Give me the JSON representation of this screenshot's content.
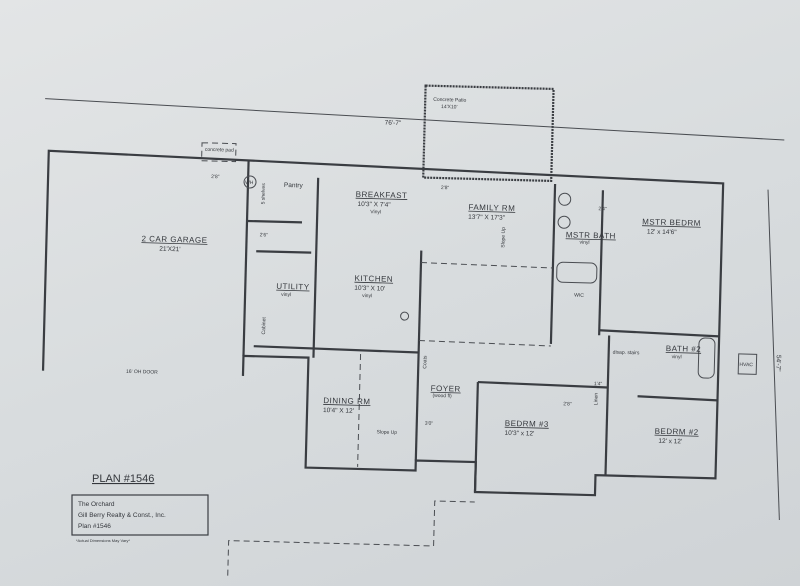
{
  "plan_title": "PLAN #1546",
  "title_block": {
    "line1": "The Orchard",
    "line2": "Gill Berry Realty & Const., Inc.",
    "line3": "Plan #1546",
    "note": "*Actual Dimensions May Vary*"
  },
  "overall_dims": {
    "width": "76'-7\"",
    "depth": "54'-7\""
  },
  "patio": {
    "name": "Concrete Patio",
    "size": "14'X10'"
  },
  "pad": "concrete pad",
  "rooms": {
    "garage": {
      "name": "2 CAR GARAGE",
      "size": "21'X21'",
      "door": "16' OH DOOR"
    },
    "pantry": {
      "name": "Pantry",
      "shelves": "5 shelves"
    },
    "utility": {
      "name": "UTILITY",
      "floor": "vinyl",
      "cabinet": "Cabinet"
    },
    "breakfast": {
      "name": "BREAKFAST",
      "size": "10'3\" X 7'4\"",
      "floor": "Vinyl"
    },
    "family": {
      "name": "FAMILY RM",
      "size": "13'7\" X 17'3\"",
      "slope": "Slope Up"
    },
    "kitchen": {
      "name": "KITCHEN",
      "size": "10'3\" X 10'",
      "floor": "vinyl"
    },
    "dining": {
      "name": "DINING RM",
      "size": "10'4\" X 12'",
      "slope": "Slope Up"
    },
    "foyer": {
      "name": "FOYER",
      "floor": "(wood fl)",
      "closet": "Coats"
    },
    "master_bed": {
      "name": "MSTR BEDRM",
      "size": "12' x 14'6\""
    },
    "master_bath": {
      "name": "MSTR BATH",
      "floor": "vinyl",
      "closet": "WIC"
    },
    "bath2": {
      "name": "BATH #2",
      "floor": "vinyl",
      "linen": "Linen",
      "closet": "disap. stairs"
    },
    "bed3": {
      "name": "BEDRM #3",
      "size": "10'3\" x 12'"
    },
    "bed2": {
      "name": "BEDRM #2",
      "size": "12' x 12'"
    },
    "hvac": "HVAC",
    "wh": "WH"
  },
  "door_labels": [
    "2'8\"",
    "2'6\"",
    "3'0\"",
    "2'4\"",
    "2'8\"",
    "1'4\""
  ]
}
